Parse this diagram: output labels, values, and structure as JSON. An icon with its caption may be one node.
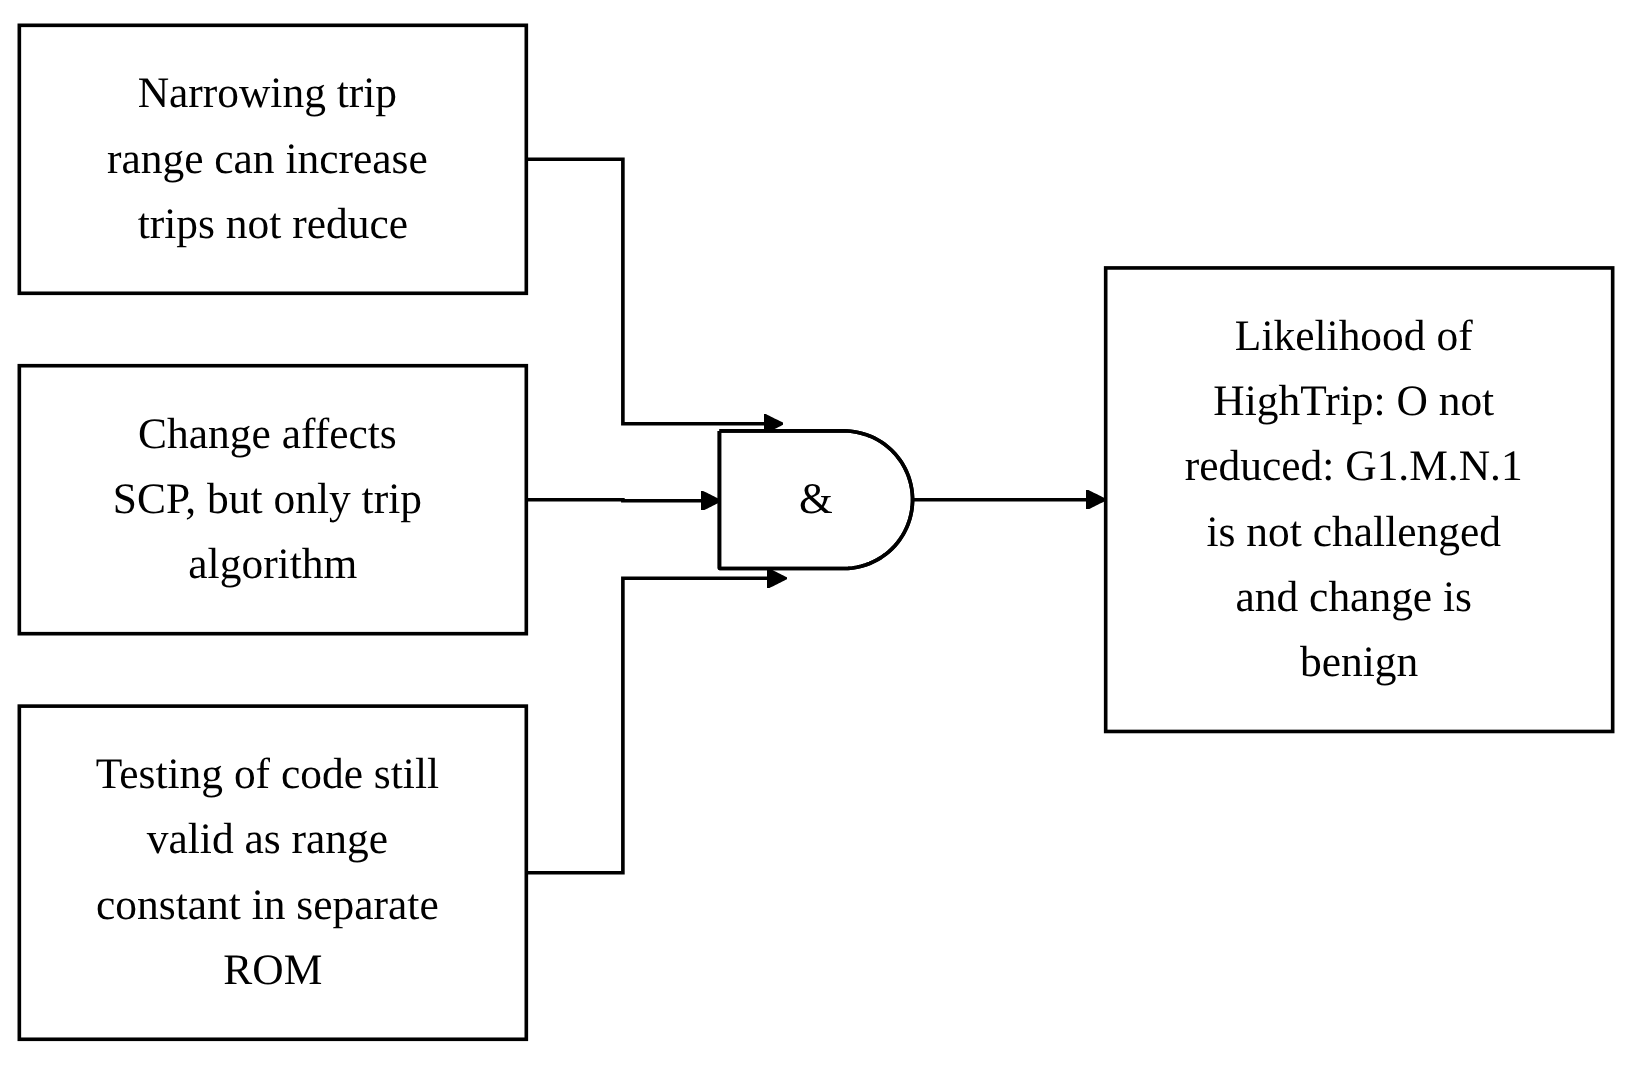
{
  "diagram": {
    "nodes": [
      {
        "text": [
          "Narrowing trip range can increase trips not reduce"
        ]
      },
      {
        "text": [
          "Change affects SCP, but only trip algorithm"
        ]
      },
      {
        "text": [
          "Testing of code still valid as range constant in separate ROM"
        ]
      },
      {
        "text": [
          "&"
        ]
      },
      {
        "text": [
          "Likelihood of HighTrip: O not reduced: G1.M.N.1 is not challenged and change is benign"
        ]
      }
    ],
    "edges": [
      {
        "from": 0,
        "to": 3,
        "arrow": "to"
      },
      {
        "from": 1,
        "to": 3,
        "arrow": "to"
      },
      {
        "from": 2,
        "to": 3,
        "arrow": "to"
      },
      {
        "from": 3,
        "to": 4,
        "arrow": "to"
      }
    ]
  }
}
